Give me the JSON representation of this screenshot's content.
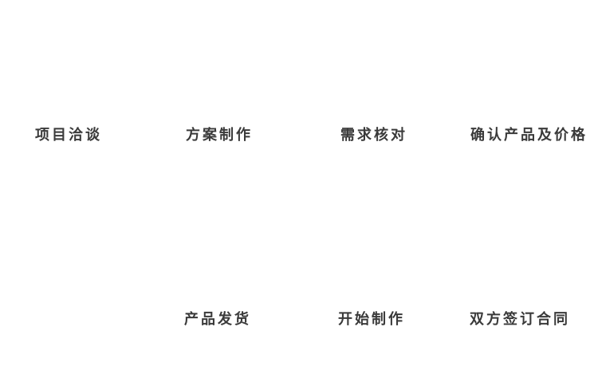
{
  "diagram": {
    "title": "",
    "top_row": [
      {
        "label": "项目洽谈"
      },
      {
        "label": "方案制作"
      },
      {
        "label": "需求核对"
      },
      {
        "label": "确认产品及价格"
      }
    ],
    "bottom_row": [
      {
        "label": "产品发货"
      },
      {
        "label": "开始制作"
      },
      {
        "label": "双方签订合同"
      }
    ]
  }
}
